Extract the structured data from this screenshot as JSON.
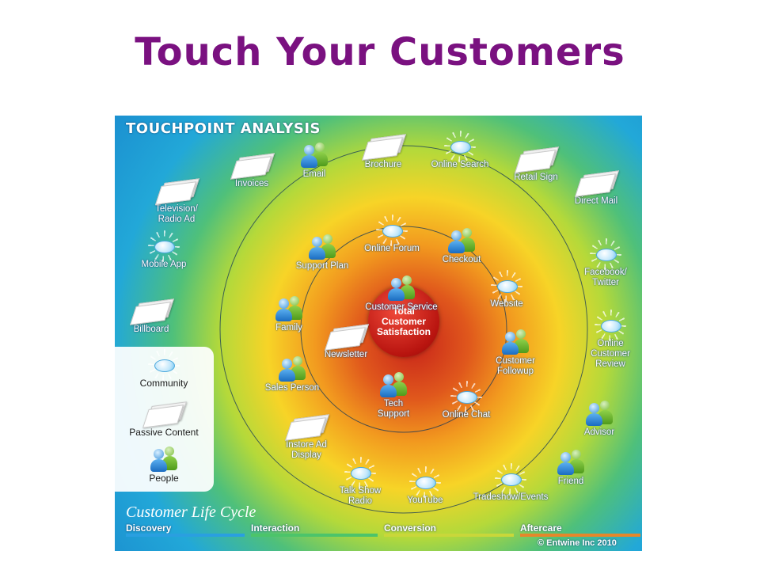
{
  "slide": {
    "title": "Touch Your Customers"
  },
  "figure": {
    "title": "TOUCHPOINT ANALYSIS",
    "center_label": "Total\nCustomer\nSatisfaction",
    "touchpoints": [
      {
        "label": "Invoices",
        "icon": "passive-content"
      },
      {
        "label": "Email",
        "icon": "people"
      },
      {
        "label": "Brochure",
        "icon": "passive-content"
      },
      {
        "label": "Online Search",
        "icon": "community"
      },
      {
        "label": "Retail Sign",
        "icon": "passive-content"
      },
      {
        "label": "Television/\nRadio Ad",
        "icon": "passive-content"
      },
      {
        "label": "Direct Mail",
        "icon": "passive-content"
      },
      {
        "label": "Mobile App",
        "icon": "community"
      },
      {
        "label": "Facebook/\nTwitter",
        "icon": "community"
      },
      {
        "label": "Billboard",
        "icon": "passive-content"
      },
      {
        "label": "Online\nCustomer\nReview",
        "icon": "community"
      },
      {
        "label": "Advisor",
        "icon": "people"
      },
      {
        "label": "Friend",
        "icon": "people"
      },
      {
        "label": "Tradeshow/Events",
        "icon": "community"
      },
      {
        "label": "YouTube",
        "icon": "community"
      },
      {
        "label": "Talk Show\nRadio",
        "icon": "community"
      },
      {
        "label": "Instore Ad\nDisplay",
        "icon": "passive-content"
      },
      {
        "label": "Online Forum",
        "icon": "community"
      },
      {
        "label": "Checkout",
        "icon": "people"
      },
      {
        "label": "Support Plan",
        "icon": "people"
      },
      {
        "label": "Website",
        "icon": "community"
      },
      {
        "label": "Family",
        "icon": "people"
      },
      {
        "label": "Sales Person",
        "icon": "people"
      },
      {
        "label": "Customer Service",
        "icon": "people"
      },
      {
        "label": "Newsletter",
        "icon": "passive-content"
      },
      {
        "label": "Customer\nFollowup",
        "icon": "people"
      },
      {
        "label": "Tech\nSupport",
        "icon": "people"
      },
      {
        "label": "Online Chat",
        "icon": "community"
      }
    ],
    "legend": [
      {
        "label": "Community",
        "icon": "community"
      },
      {
        "label": "Passive Content",
        "icon": "passive-content"
      },
      {
        "label": "People",
        "icon": "people"
      }
    ],
    "lifecycle": {
      "title": "Customer Life Cycle",
      "stages": [
        {
          "label": "Discovery",
          "color": "#2a9fe0"
        },
        {
          "label": "Interaction",
          "color": "#4cc46a"
        },
        {
          "label": "Conversion",
          "color": "#c9d73a"
        },
        {
          "label": "Aftercare",
          "color": "#e6872a"
        }
      ]
    },
    "copyright": "© Entwine Inc 2010"
  }
}
